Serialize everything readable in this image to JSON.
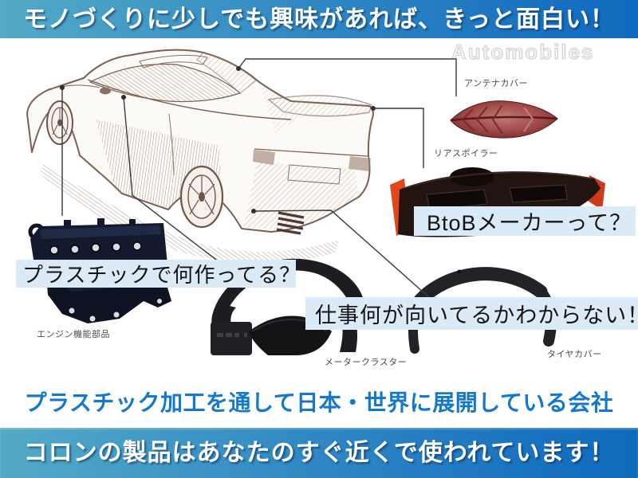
{
  "slide": {
    "top_banner": "モノづくりに少しでも興味があれば、きっと面白い！",
    "watermark": "Automobiles",
    "heading": "プラスチック加工を通して日本・世界に展開している会社",
    "bottom_banner": "コロンの製品はあなたのすぐ近くで使われています！"
  },
  "callouts": {
    "plastic_question": "プラスチックで何作ってる？",
    "btob_question": "BtoBメーカーって？",
    "job_fit": "仕事何が向いてるかわからない！"
  },
  "part_labels": {
    "antenna_cover": "アンテナカバー",
    "rear_spoiler": "リアスポイラー",
    "engine_parts": "エンジン機能部品",
    "meter_cluster": "メータークラスター",
    "tire_cover": "タイヤカバー"
  },
  "colors": {
    "banner_gradient_left": "#53aac6",
    "banner_gradient_right": "#0f68bd",
    "heading_blue": "#1578c8",
    "callout_bg": "#daeaf6",
    "label_gray": "#4a4a4a",
    "spoiler_accent_red": "#e2461d",
    "antenna_maroon": "#93383a",
    "sketch_sepia": "#7c6153"
  }
}
